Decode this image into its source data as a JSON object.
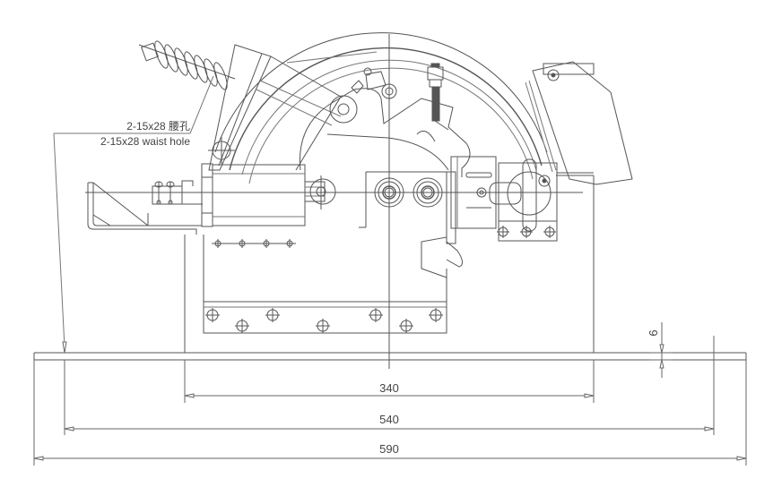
{
  "diagram": {
    "type": "mechanical-engineering-drawing",
    "subject": "safety gear / brake assembly front view"
  },
  "annotations": {
    "hole_note_cn": "2-15x28 腰孔",
    "hole_note_en": "2-15x28 waist hole"
  },
  "dimensions": {
    "inner_width": "340",
    "mid_width": "540",
    "overall_width": "590",
    "base_thickness": "6"
  },
  "colors": {
    "line": "#555555",
    "text": "#444444",
    "background": "#ffffff"
  }
}
